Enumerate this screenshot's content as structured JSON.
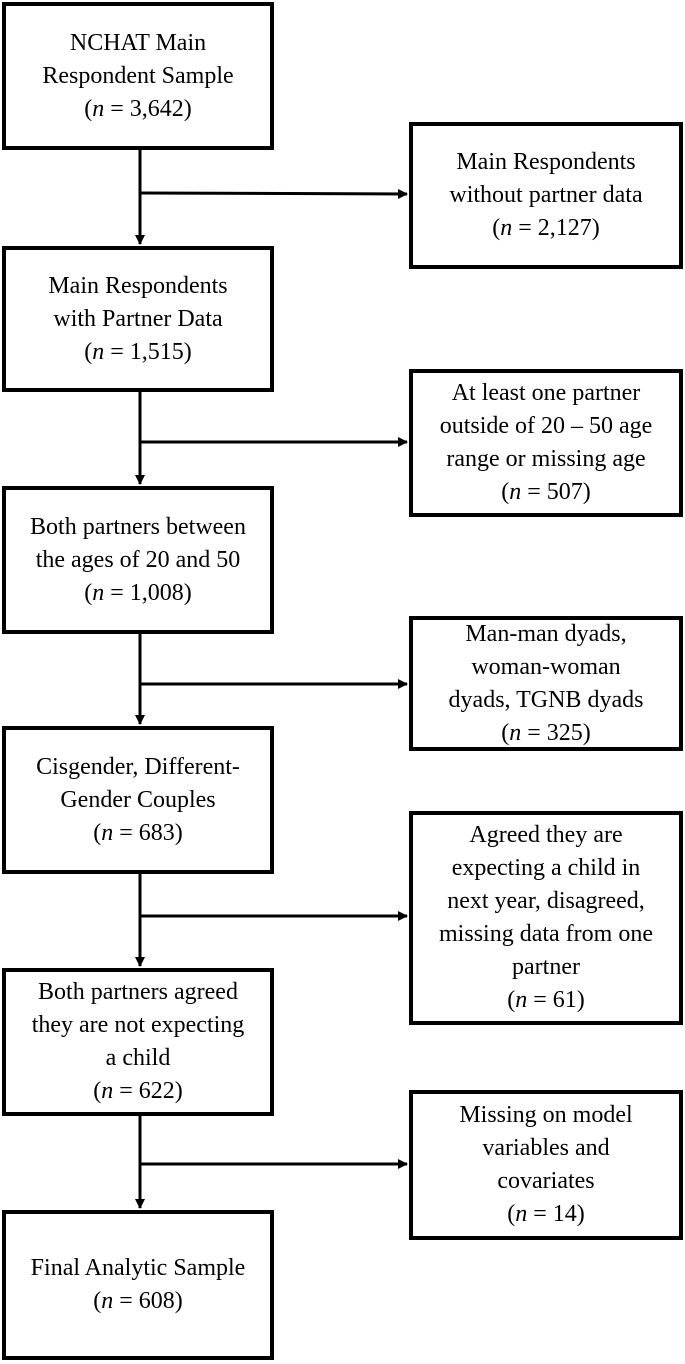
{
  "boxes": {
    "main_sample": {
      "lines": [
        "NCHAT Main",
        "Respondent Sample"
      ],
      "n": "3,642"
    },
    "with_partner": {
      "lines": [
        "Main Respondents",
        "with Partner Data"
      ],
      "n": "1,515"
    },
    "age_range": {
      "lines": [
        "Both partners between",
        "the ages of 20 and 50"
      ],
      "n": "1,008"
    },
    "cis_couples": {
      "lines": [
        "Cisgender, Different-",
        "Gender Couples"
      ],
      "n": "683"
    },
    "not_expecting": {
      "lines": [
        "Both partners agreed",
        "they are not expecting",
        "a child"
      ],
      "n": "622"
    },
    "final": {
      "lines": [
        "Final Analytic Sample"
      ],
      "n": "608"
    }
  },
  "exclusions": {
    "no_partner": {
      "lines": [
        "Main Respondents",
        "without partner data"
      ],
      "n": "2,127"
    },
    "outside_age": {
      "lines": [
        "At least one partner",
        "outside of 20 – 50 age",
        "range or missing age"
      ],
      "n": "507"
    },
    "dyads": {
      "lines": [
        "Man-man dyads,",
        "woman-woman",
        "dyads, TGNB dyads"
      ],
      "n": "325"
    },
    "expecting": {
      "lines": [
        "Agreed they are",
        "expecting a child in",
        "next year, disagreed,",
        "missing data from one",
        "partner"
      ],
      "n": "61"
    },
    "missing_vars": {
      "lines": [
        "Missing on model",
        "variables and",
        "covariates"
      ],
      "n": "14"
    }
  },
  "n_symbol": "n",
  "n_equals": " = ",
  "n_open": "(",
  "n_close": ")"
}
